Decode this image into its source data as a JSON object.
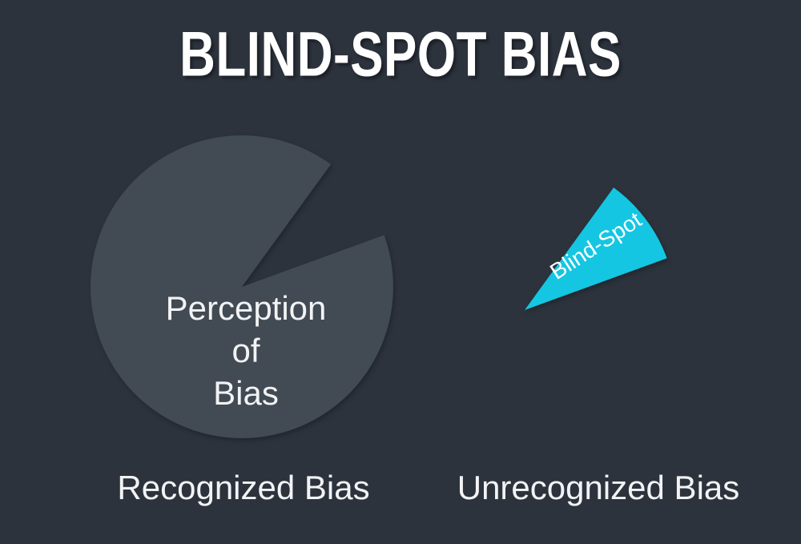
{
  "title": "BLIND-SPOT BIAS",
  "colors": {
    "background": "#2d333c",
    "pie_fill": "#424a53",
    "wedge_fill": "#14c6e2",
    "text": "#f2f3f5"
  },
  "pie": {
    "label_lines": [
      "Perception",
      "of",
      "Bias"
    ],
    "caption": "Recognized Bias"
  },
  "wedge": {
    "label": "Blind-Spot",
    "caption": "Unrecognized Bias"
  },
  "chart_data": {
    "type": "pie",
    "title": "BLIND-SPOT BIAS",
    "slices": [
      {
        "label": "Recognized Bias",
        "inner_text": "Perception of Bias",
        "value_pct": 90.6,
        "angle_deg": 326,
        "color": "#424a53",
        "exploded": false
      },
      {
        "label": "Unrecognized Bias",
        "inner_text": "Blind-Spot",
        "value_pct": 9.4,
        "angle_deg": 34,
        "color": "#14c6e2",
        "exploded": true
      }
    ],
    "notch_angles_above_horizontal_deg": {
      "start": 20,
      "end": 54
    },
    "legend_position": "none",
    "layout": "exploded slice detached to the right of the main pie"
  }
}
